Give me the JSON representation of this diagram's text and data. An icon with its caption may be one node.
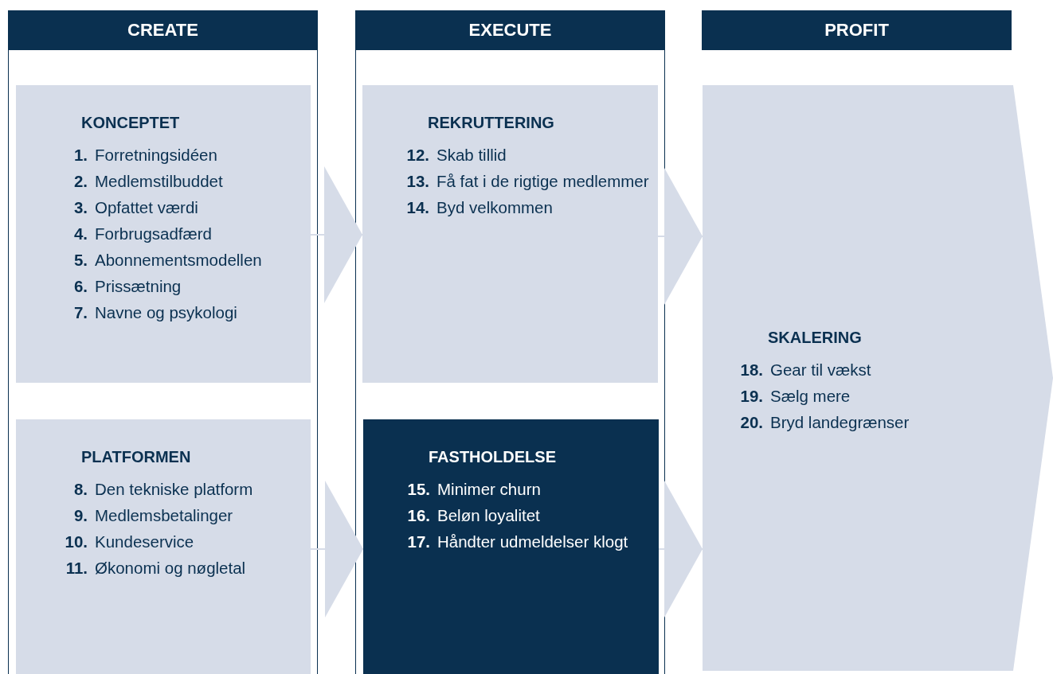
{
  "diagram": {
    "nodes": [
      {
        "text": [
          "CREATE"
        ]
      },
      {
        "text": [
          "KONCEPTET",
          "**1.** Forretningsidéen",
          "**2.** Medlemstilbuddet",
          "**3.** Opfattet værdi",
          "**4.** Forbrugsadfærd",
          "**5.** Abonnementsmodellen",
          "**6.** Prissætning",
          "**7.** Navne og psykologi"
        ],
        "in": 0
      },
      {
        "text": [
          "PLATFORMEN",
          "**8.** Den tekniske platform",
          "**9.** Medlemsbetalinger",
          "**10.** Kundeservice",
          "**11.** Økonomi og nøgletal"
        ],
        "in": 0
      },
      {
        "text": [
          "EXECUTE"
        ]
      },
      {
        "text": [
          "REKRUTTERING",
          "**12.** Skab tillid",
          "**13.** Få fat i de rigtige medlemmer",
          "**14.** Byd velkommen"
        ],
        "in": 3
      },
      {
        "text": [
          "FASTHOLDELSE",
          "**15.** Minimer churn",
          "**16.** Beløn loyalitet",
          "**17.** Håndter udmeldelser klogt"
        ],
        "in": 3
      },
      {
        "text": [
          "PROFIT"
        ]
      },
      {
        "text": [
          "SKALERING",
          "**18.** Gear til vækst",
          "**19.** Sælg mere",
          "**20.** Bryd landegrænser"
        ]
      }
    ],
    "edges": [
      {
        "from": 1,
        "to": 4,
        "arrow": "to"
      },
      {
        "from": 2,
        "to": 5,
        "arrow": "to"
      },
      {
        "from": 4,
        "to": 7,
        "arrow": "to"
      },
      {
        "from": 5,
        "to": 7,
        "arrow": "to"
      }
    ]
  }
}
